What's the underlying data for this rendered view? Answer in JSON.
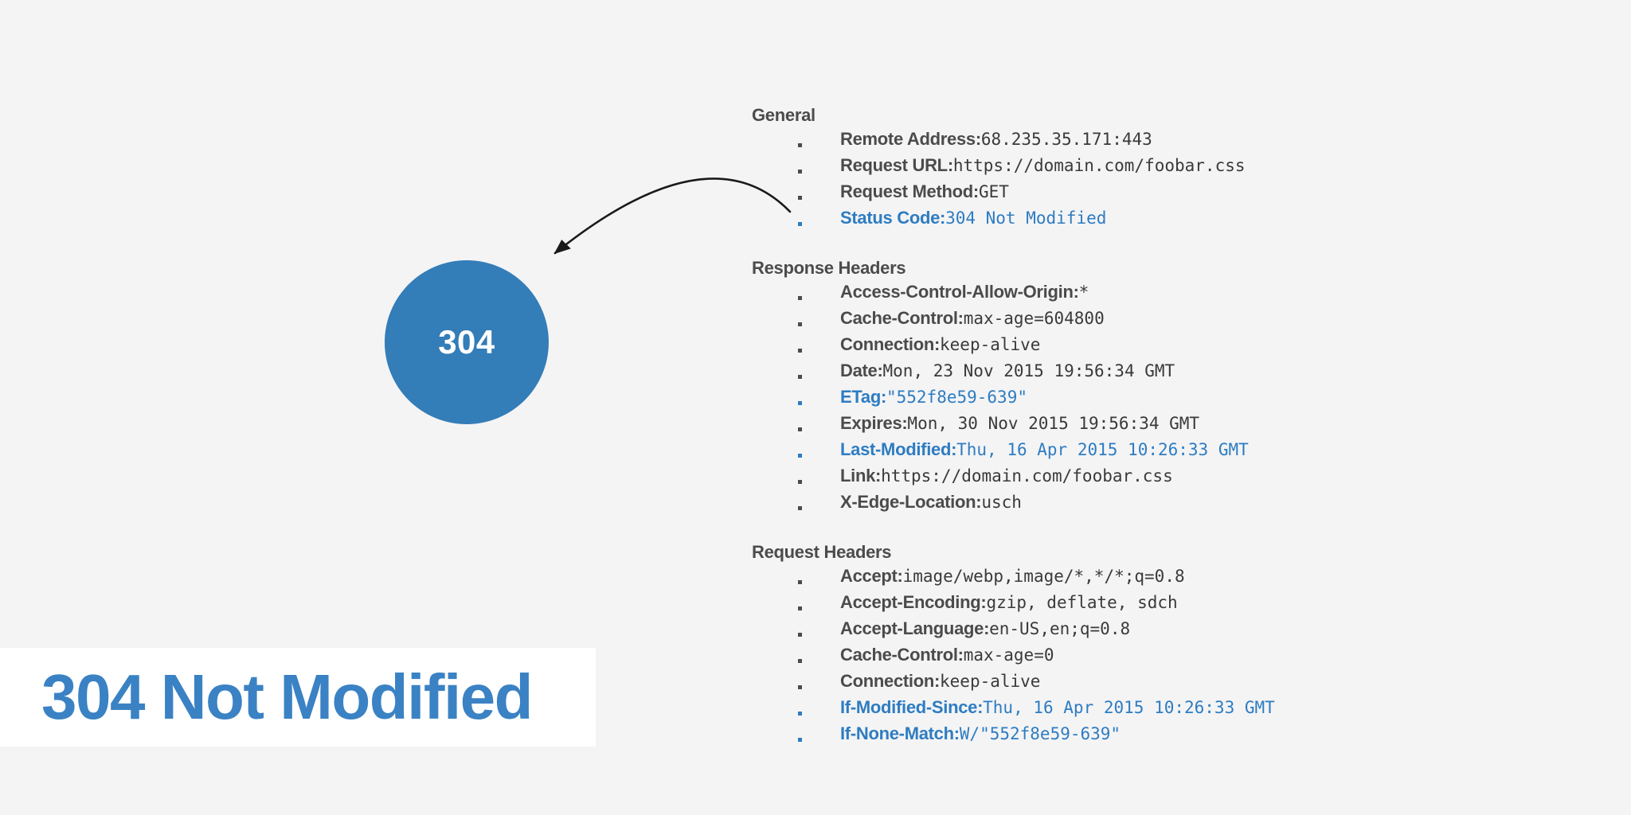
{
  "page": {
    "background_color": "#f4f4f5",
    "accent_blue": "#2e7cc1"
  },
  "badge": {
    "code": "304",
    "circle_color": "#337db8",
    "text_color": "#ffffff",
    "arrow_color": "#1a1a1a"
  },
  "title": {
    "text": "304 Not Modified",
    "color": "#3a82c4",
    "background": "#ffffff"
  },
  "panel": {
    "sections": [
      {
        "title": "General",
        "items": [
          {
            "label": "Remote Address:",
            "value": "68.235.35.171:443",
            "highlight": false
          },
          {
            "label": "Request URL:",
            "value": "https://domain.com/foobar.css",
            "highlight": false
          },
          {
            "label": "Request Method:",
            "value": "GET",
            "highlight": false
          },
          {
            "label": "Status Code:",
            "value": "304 Not Modified",
            "highlight": true
          }
        ]
      },
      {
        "title": "Response Headers",
        "items": [
          {
            "label": "Access-Control-Allow-Origin:",
            "value": "*",
            "highlight": false
          },
          {
            "label": "Cache-Control:",
            "value": "max-age=604800",
            "highlight": false
          },
          {
            "label": "Connection:",
            "value": "keep-alive",
            "highlight": false
          },
          {
            "label": "Date:",
            "value": "Mon, 23 Nov 2015 19:56:34 GMT",
            "highlight": false
          },
          {
            "label": "ETag:",
            "value": "\"552f8e59-639\"",
            "highlight": true
          },
          {
            "label": "Expires:",
            "value": "Mon, 30 Nov 2015 19:56:34 GMT",
            "highlight": false
          },
          {
            "label": "Last-Modified:",
            "value": "Thu, 16 Apr 2015 10:26:33 GMT",
            "highlight": true
          },
          {
            "label": "Link:",
            "value": "https://domain.com/foobar.css",
            "highlight": false
          },
          {
            "label": "X-Edge-Location:",
            "value": "usch",
            "highlight": false
          }
        ]
      },
      {
        "title": "Request Headers",
        "items": [
          {
            "label": "Accept:",
            "value": "image/webp,image/*,*/*;q=0.8",
            "highlight": false
          },
          {
            "label": "Accept-Encoding:",
            "value": "gzip, deflate, sdch",
            "highlight": false
          },
          {
            "label": "Accept-Language:",
            "value": "en-US,en;q=0.8",
            "highlight": false
          },
          {
            "label": "Cache-Control:",
            "value": "max-age=0",
            "highlight": false
          },
          {
            "label": "Connection:",
            "value": "keep-alive",
            "highlight": false
          },
          {
            "label": "If-Modified-Since:",
            "value": "Thu, 16 Apr 2015 10:26:33 GMT",
            "highlight": true
          },
          {
            "label": "If-None-Match:",
            "value": "W/\"552f8e59-639\"",
            "highlight": true
          }
        ]
      }
    ]
  }
}
